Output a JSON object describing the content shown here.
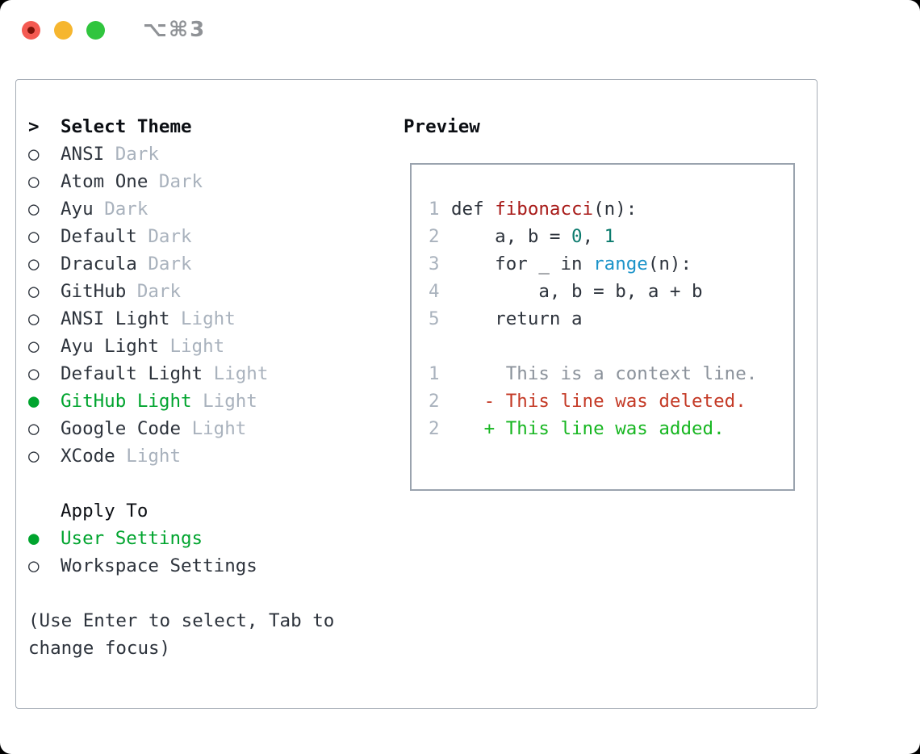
{
  "colors": {
    "bg": "#ffffff",
    "panel_border": "#a6adb6",
    "preview_border": "#9aa3ae",
    "heading": "#0b0e13",
    "text": "#2d333c",
    "muted": "#a9b2bd",
    "gutter": "#a9b2bd",
    "context_gray": "#8b929b",
    "deleted_red": "#c43a26",
    "added_green": "#17b621",
    "selected_green": "#00a42e",
    "func_red": "#a81a18",
    "num_teal": "#0c7b6e",
    "builtin_blue": "#1b93c9",
    "title_gray": "#8f9296",
    "tl_red": "#f45a52",
    "tl_red_dot": "#7c1208",
    "tl_yellow": "#f6b62f",
    "tl_green": "#30c53e"
  },
  "window": {
    "title": "⌥⌘3"
  },
  "icons": {
    "radio_off": "○",
    "radio_on": "●",
    "focus_caret": ">"
  },
  "theme_picker": {
    "prompt": ">",
    "title": "Select Theme",
    "themes": [
      {
        "name": "ANSI",
        "variant": "Dark",
        "selected": false
      },
      {
        "name": "Atom One",
        "variant": "Dark",
        "selected": false
      },
      {
        "name": "Ayu",
        "variant": "Dark",
        "selected": false
      },
      {
        "name": "Default",
        "variant": "Dark",
        "selected": false
      },
      {
        "name": "Dracula",
        "variant": "Dark",
        "selected": false
      },
      {
        "name": "GitHub",
        "variant": "Dark",
        "selected": false
      },
      {
        "name": "ANSI Light",
        "variant": "Light",
        "selected": false
      },
      {
        "name": "Ayu Light",
        "variant": "Light",
        "selected": false
      },
      {
        "name": "Default Light",
        "variant": "Light",
        "selected": false
      },
      {
        "name": "GitHub Light",
        "variant": "Light",
        "selected": true
      },
      {
        "name": "Google Code",
        "variant": "Light",
        "selected": false
      },
      {
        "name": "XCode",
        "variant": "Light",
        "selected": false
      }
    ],
    "apply_to": {
      "title": "Apply To",
      "options": [
        {
          "label": "User Settings",
          "selected": true
        },
        {
          "label": "Workspace Settings",
          "selected": false
        }
      ]
    },
    "hint_lines": [
      "(Use Enter to select, Tab to",
      "change focus)"
    ]
  },
  "preview": {
    "title": "Preview",
    "lines": [
      {
        "num": "1",
        "tokens": [
          {
            "t": "def ",
            "c": "code"
          },
          {
            "t": "fibonacci",
            "c": "func"
          },
          {
            "t": "(n):",
            "c": "code"
          }
        ]
      },
      {
        "num": "2",
        "tokens": [
          {
            "t": "    a, b = ",
            "c": "code"
          },
          {
            "t": "0",
            "c": "num"
          },
          {
            "t": ", ",
            "c": "code"
          },
          {
            "t": "1",
            "c": "num"
          }
        ]
      },
      {
        "num": "3",
        "tokens": [
          {
            "t": "    for _ in ",
            "c": "code"
          },
          {
            "t": "range",
            "c": "builtin"
          },
          {
            "t": "(n):",
            "c": "code"
          }
        ]
      },
      {
        "num": "4",
        "tokens": [
          {
            "t": "        a, b = b, a + b",
            "c": "code"
          }
        ]
      },
      {
        "num": "5",
        "tokens": [
          {
            "t": "    return a",
            "c": "code"
          }
        ]
      },
      {
        "num": "",
        "tokens": []
      },
      {
        "num": "1",
        "tokens": [
          {
            "t": "     This is a context line.",
            "c": "context"
          }
        ]
      },
      {
        "num": "2",
        "tokens": [
          {
            "t": "   - This line was deleted.",
            "c": "deleted"
          }
        ]
      },
      {
        "num": "2",
        "tokens": [
          {
            "t": "   + This line was added.",
            "c": "added"
          }
        ]
      }
    ]
  }
}
